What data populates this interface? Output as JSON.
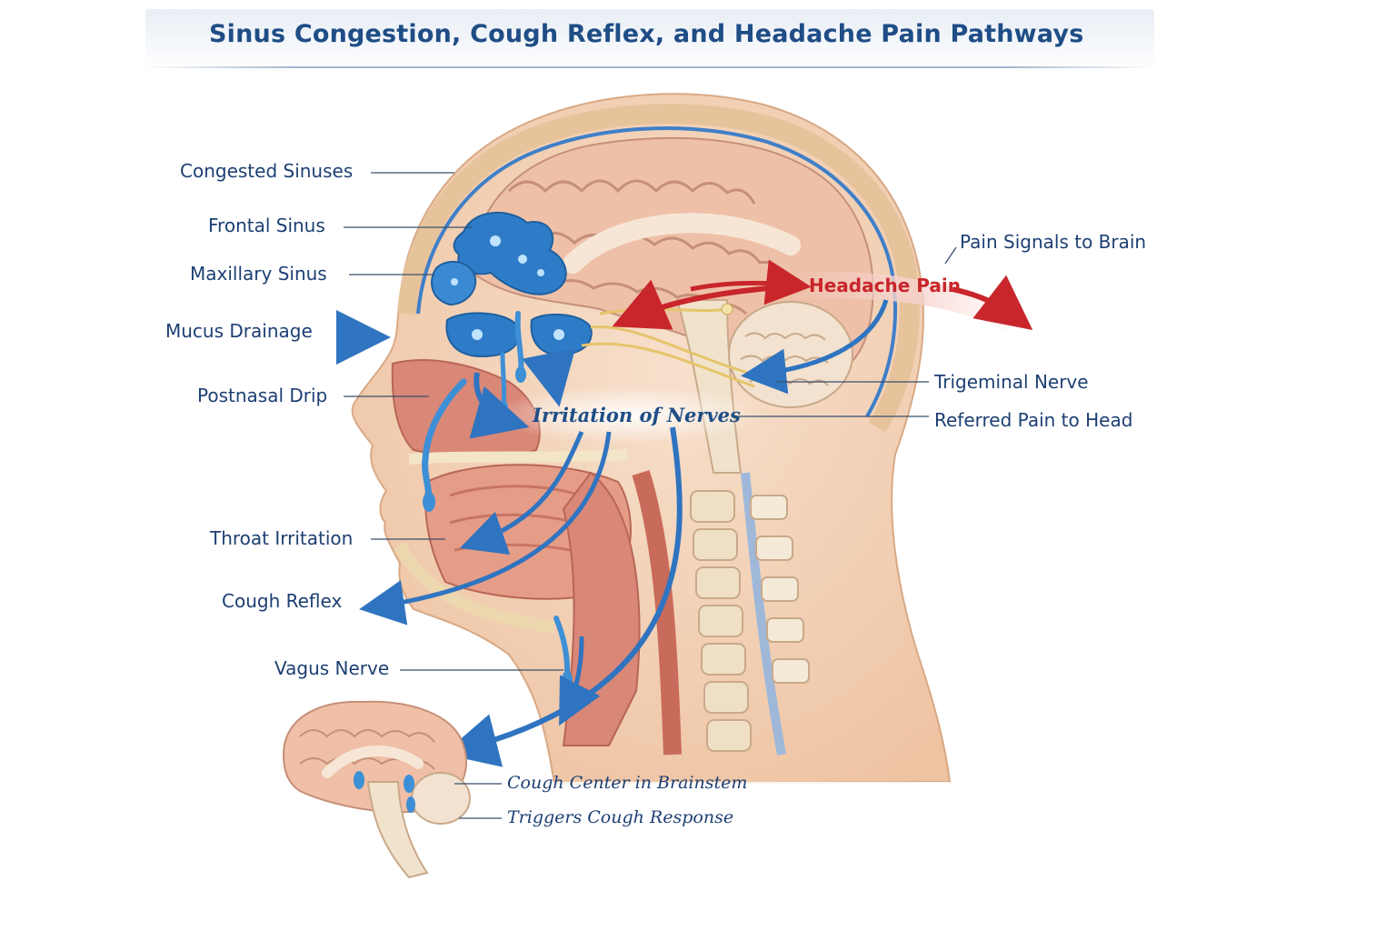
{
  "title": "Sinus Congestion, Cough Reflex, and Headache Pain Pathways",
  "labels": {
    "congested_sinuses": "Congested Sinuses",
    "frontal_sinus": "Frontal Sinus",
    "maxillary_sinus": "Maxillary Sinus",
    "mucus_drainage": "Mucus Drainage",
    "postnasal_drip": "Postnasal Drip",
    "irritation_of_nerves": "Irritation of Nerves",
    "throat_irritation": "Throat Irritation",
    "cough_reflex": "Cough Reflex",
    "vagus_nerve": "Vagus Nerve",
    "cough_center": "Cough Center in Brainstem",
    "triggers_cough": "Triggers Cough Response",
    "pain_signals": "Pain Signals to Brain",
    "headache_pain": "Headache Pain",
    "trigeminal_nerve": "Trigeminal Nerve",
    "referred_pain": "Referred Pain to Head"
  },
  "colors": {
    "title": "#1f4d86",
    "label": "#1d3f73",
    "pathway_arrow": "#2f74c0",
    "headache_arrow": "#c8262b",
    "mucus": "#3d8fd6",
    "skin": "#f3d2b6",
    "brain": "#eebfa8",
    "vessel": "#3f7fc9"
  },
  "icons": {
    "head": "head-cross-section-illustration",
    "brain_inset": "brainstem-inset-illustration"
  }
}
